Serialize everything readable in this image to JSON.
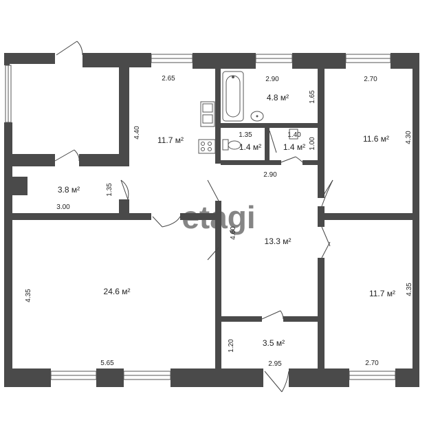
{
  "watermark": "etagi",
  "colors": {
    "wall": "#4a4a4a",
    "background": "#ffffff",
    "text": "#222222"
  },
  "rooms": [
    {
      "id": "room-kitchen",
      "area": "11.7 м²",
      "dims": [
        "2.65",
        "4.40"
      ]
    },
    {
      "id": "room-bathroom",
      "area": "4.8 м²",
      "dims": [
        "2.90",
        "1.65"
      ]
    },
    {
      "id": "room-bedroom-ne",
      "area": "11.6 м²",
      "dims": [
        "2.70",
        "4.30"
      ]
    },
    {
      "id": "room-toilet",
      "area": "1.4 м²",
      "dims": [
        "1.35"
      ]
    },
    {
      "id": "room-closet",
      "area": "1.4 м²",
      "dims": [
        "1.40",
        "1.00"
      ]
    },
    {
      "id": "room-storage",
      "area": "3.8 м²",
      "dims": [
        "3.00",
        "1.35"
      ]
    },
    {
      "id": "room-hall",
      "area": "13.3 м²",
      "dims": [
        "2.90",
        "4.60"
      ]
    },
    {
      "id": "room-living",
      "area": "24.6 м²",
      "dims": [
        "5.65",
        "4.35"
      ]
    },
    {
      "id": "room-bedroom-se",
      "area": "11.7 м²",
      "dims": [
        "2.70",
        "4.35"
      ]
    },
    {
      "id": "room-entry",
      "area": "3.5 м²",
      "dims": [
        "2.95",
        "1.20"
      ]
    }
  ],
  "icons": [
    "window-icon",
    "door-icon",
    "bathtub-icon",
    "sink-icon",
    "toilet-icon",
    "stove-icon"
  ]
}
